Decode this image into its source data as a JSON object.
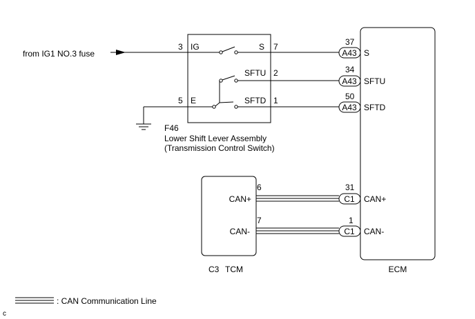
{
  "source": {
    "text": "from IG1 NO.3 fuse"
  },
  "switch_assembly": {
    "code": "F46",
    "name_line1": "Lower Shift Lever Assembly",
    "name_line2": "(Transmission Control Switch)",
    "pins": {
      "ig": {
        "number": "3",
        "name": "IG"
      },
      "s": {
        "number": "7",
        "name": "S"
      },
      "sftu": {
        "number": "2",
        "name": "SFTU"
      },
      "e": {
        "number": "5",
        "name": "E"
      },
      "sftd": {
        "number": "1",
        "name": "SFTD"
      }
    }
  },
  "ecm": {
    "name": "ECM",
    "pins": {
      "s": {
        "number": "37",
        "connector": "A43",
        "name": "S"
      },
      "sftu": {
        "number": "34",
        "connector": "A43",
        "name": "SFTU"
      },
      "sftd": {
        "number": "50",
        "connector": "A43",
        "name": "SFTD"
      },
      "can_plus": {
        "number": "31",
        "connector": "C1",
        "name": "CAN+"
      },
      "can_minus": {
        "number": "1",
        "connector": "C1",
        "name": "CAN-"
      }
    }
  },
  "tcm": {
    "code": "C3",
    "name": "TCM",
    "pins": {
      "can_plus": {
        "number": "6",
        "name": "CAN+"
      },
      "can_minus": {
        "number": "7",
        "name": "CAN-"
      }
    }
  },
  "legend": {
    "text": ": CAN Communication Line"
  },
  "footer": {
    "mark": "c"
  }
}
